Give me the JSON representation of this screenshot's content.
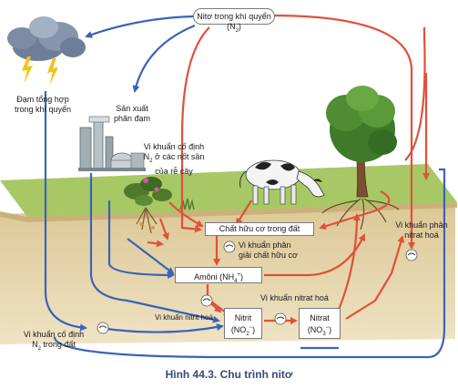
{
  "diagram": {
    "nodes": {
      "atmosphere_n2": "Nitơ trong khí quyển (N",
      "atmosphere_n2_sub": "2",
      "atmosphere_n2_end": ")",
      "organic_matter": "Chất hữu cơ trong đất",
      "ammonium": "Amôni (NH",
      "ammonium_sub": "4",
      "ammonium_sup": "+",
      "ammonium_end": ")",
      "nitrite_title": "Nitrit",
      "nitrite_formula": "(NO",
      "nitrite_sub": "2",
      "nitrite_sup": "−",
      "nitrite_end": ")",
      "nitrate_title": "Nitrat",
      "nitrate_formula": "(NO",
      "nitrate_sub": "3",
      "nitrate_sup": "−",
      "nitrate_end": ")"
    },
    "labels": {
      "atmospheric_synthesis_1": "Đạm tổng hợp",
      "atmospheric_synthesis_2": "trong khí quyển",
      "fertilizer_production_1": "Sản xuất",
      "fertilizer_production_2": "phân đạm",
      "root_nodule_bacteria_1": "Vi khuẩn cố định",
      "root_nodule_bacteria_2": "N",
      "root_nodule_bacteria_2_sub": "2",
      "root_nodule_bacteria_2_end": " ở các nốt sần",
      "root_nodule_bacteria_3": "của rễ cây",
      "decomposer_bacteria_1": "Vi khuẩn phân",
      "decomposer_bacteria_2": "giải chất hữu cơ",
      "nitrifying_bacteria": "Vi khuẩn nitrat hoá",
      "nitrite_bacteria": "Vi khuẩn nitrit hoá",
      "denitrifying_bacteria_1": "Vi khuẩn phản",
      "denitrifying_bacteria_2": "nitrat hoá",
      "soil_fixing_bacteria_1": "Vi khuẩn cố định",
      "soil_fixing_bacteria_2": "N",
      "soil_fixing_bacteria_2_sub": "2",
      "soil_fixing_bacteria_2_end": " trong đất"
    },
    "caption": "Hình 44.3. Chu trình nitơ",
    "colors": {
      "red_arrow": "#e0503a",
      "blue_arrow": "#3a63b8",
      "grass": "#9cc25a",
      "soil": "#e2cfa0",
      "caption": "#3a4a7a"
    }
  }
}
